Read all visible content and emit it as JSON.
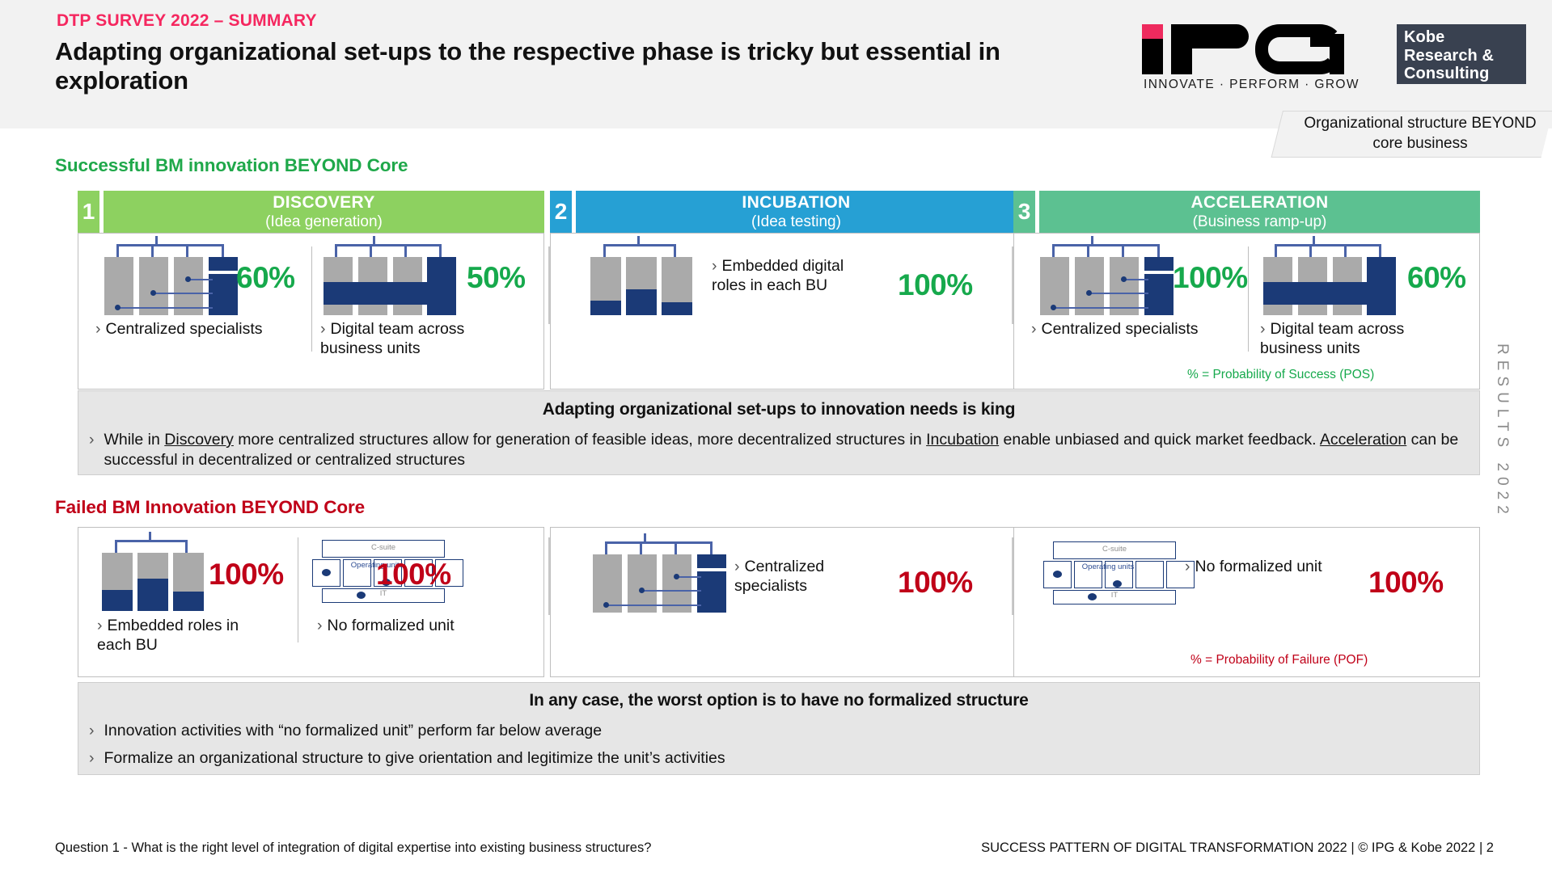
{
  "header": {
    "kicker": "DTP SURVEY 2022 – SUMMARY",
    "title": "Adapting organizational set-ups to the respective phase is tricky but essential in exploration",
    "logo_ipg_tagline": "INNOVATE · PERFORM · GROW",
    "logo_kobe": "Kobe\nResearch &\nConsulting",
    "topic_flag": "Organizational structure BEYOND core business"
  },
  "side_label": "RESULTS 2022",
  "sections": {
    "success": {
      "heading": "Successful BM innovation BEYOND Core",
      "footnote": "% = Probability of Success (POS)",
      "phases": [
        {
          "num": "1",
          "name": "DISCOVERY",
          "sub": "(Idea generation)",
          "color": "#8dd160"
        },
        {
          "num": "2",
          "name": "INCUBATION",
          "sub": "(Idea testing)",
          "color": "#26a0d4"
        },
        {
          "num": "3",
          "name": "ACCELERATION",
          "sub": "(Business ramp-up)",
          "color": "#5cc191"
        }
      ],
      "items": [
        {
          "icon": "centralized-unit",
          "label": "Centralized specialists",
          "value": "60%"
        },
        {
          "icon": "digital-team-across",
          "label": "Digital team across business units",
          "value": "50%"
        },
        {
          "icon": "embedded-roles",
          "label": "Embedded digital roles in each BU",
          "value": "100%"
        },
        {
          "icon": "centralized-unit",
          "label": "Centralized specialists",
          "value": "100%"
        },
        {
          "icon": "digital-team-across",
          "label": "Digital team across business units",
          "value": "60%"
        }
      ],
      "insight": {
        "title": "Adapting organizational set-ups to innovation needs is king",
        "bullet": "While in Discovery more centralized structures allow for generation of feasible ideas, more decentralized structures in Incubation enable unbiased and quick market feedback. Acceleration can be successful in decentralized or centralized structures"
      }
    },
    "failed": {
      "heading": "Failed BM Innovation BEYOND Core",
      "footnote": "% = Probability of Failure (POF)",
      "items": [
        {
          "icon": "embedded-roles",
          "label": "Embedded roles in each BU",
          "value": "100%"
        },
        {
          "icon": "no-formalized-unit",
          "label": "No formalized unit",
          "value": "100%"
        },
        {
          "icon": "centralized-unit",
          "label": "Centralized specialists",
          "value": "100%"
        },
        {
          "icon": "no-formalized-unit",
          "label": "No formalized unit",
          "value": "100%"
        }
      ],
      "insight": {
        "title": "In any case, the worst option is to have no formalized structure",
        "bullets": [
          "Innovation activities with “no formalized unit” perform far below average",
          "Formalize an organizational structure to give orientation and legitimize the unit’s activities"
        ]
      }
    }
  },
  "org_icon_labels": {
    "csuite": "C-suite",
    "operating": "Operating units",
    "it": "IT"
  },
  "footer": {
    "left": "Question 1 - What is the right level of integration of digital expertise into existing business structures?",
    "right": "SUCCESS PATTERN OF DIGITAL TRANSFORMATION 2022 | © IPG & Kobe 2022 | 2"
  },
  "colors": {
    "accent_pink": "#f5275f",
    "green": "#16a94c",
    "red": "#c00018",
    "navy": "#1b3a77",
    "gray": "#aaaaaa"
  }
}
